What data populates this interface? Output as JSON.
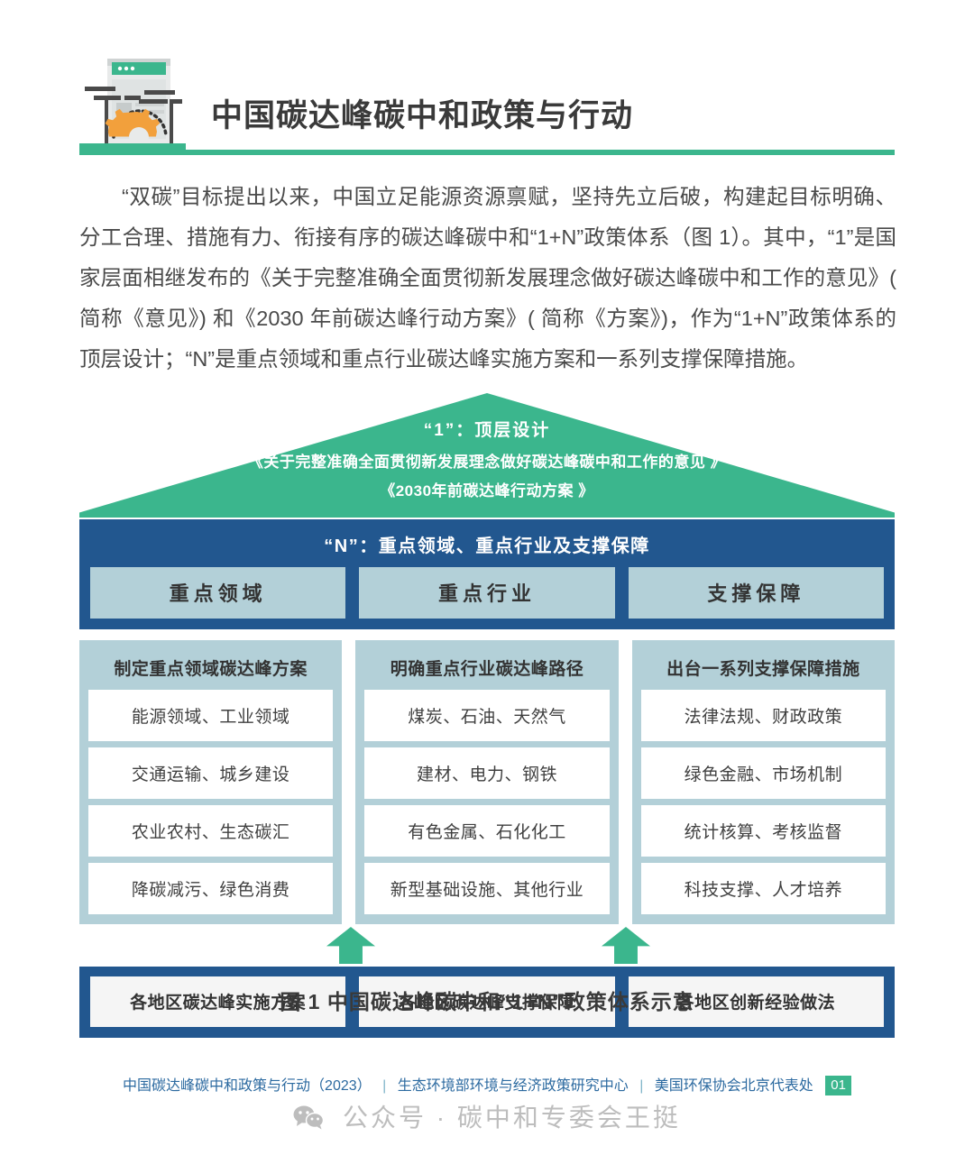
{
  "header": {
    "title": "中国碳达峰碳中和政策与行动",
    "icon": "document-gear-icon",
    "accent_color": "#3bb68d"
  },
  "paragraph": {
    "text": "“双碳”目标提出以来，中国立足能源资源禀赋，坚持先立后破，构建起目标明确、分工合理、措施有力、衔接有序的碳达峰碳中和“1+N”政策体系（图 1）。其中，“1”是国家层面相继发布的《关于完整准确全面贯彻新发展理念做好碳达峰碳中和工作的意见》( 简称《意见》) 和《2030 年前碳达峰行动方案》( 简称《方案》)，作为“1+N”政策体系的顶层设计；“N”是重点领域和重点行业碳达峰实施方案和一系列支撑保障措施。"
  },
  "diagram": {
    "roof": {
      "line1": "“1”：顶层设计",
      "line2": "《关于完整准确全面贯彻新发展理念做好碳达峰碳中和工作的意见 》",
      "line3": "《2030年前碳达峰行动方案 》",
      "color": "#3bb68d"
    },
    "n_band": {
      "title": "“N”：重点领域、重点行业及支撑保障",
      "color": "#22578f",
      "columns": [
        {
          "label": "重点领域"
        },
        {
          "label": "重点行业"
        },
        {
          "label": "支撑保障"
        }
      ]
    },
    "columns": [
      {
        "head": "制定重点领域碳达峰方案",
        "cells": [
          "能源领域、工业领域",
          "交通运输、城乡建设",
          "农业农村、生态碳汇",
          "降碳减污、绿色消费"
        ]
      },
      {
        "head": "明确重点行业碳达峰路径",
        "cells": [
          "煤炭、石油、天然气",
          "建材、电力、钢铁",
          "有色金属、石化化工",
          "新型基础设施、其他行业"
        ]
      },
      {
        "head": "出台一系列支撑保障措施",
        "cells": [
          "法律法规、财政政策",
          "绿色金融、市场机制",
          "统计核算、考核监督",
          "科技支撑、人才培养"
        ]
      }
    ],
    "arrows": [
      {
        "icon": "arrow-up-icon"
      },
      {
        "icon": "arrow-up-icon"
      }
    ],
    "bottom_boxes": [
      "各地区碳达峰实施方案",
      "各地区碳达峰支撑保障",
      "各地区创新经验做法"
    ]
  },
  "caption": "图 1  中国碳达峰碳中和“1+N”政策体系示意",
  "footer": {
    "item1": "中国碳达峰碳中和政策与行动（2023）",
    "item2": "生态环境部环境与经济政策研究中心",
    "item3": "美国环保协会北京代表处",
    "page_number": "01",
    "separator": "|"
  },
  "watermark": {
    "icon": "wechat-icon",
    "text": "公众号 · 碳中和专委会王挺"
  }
}
